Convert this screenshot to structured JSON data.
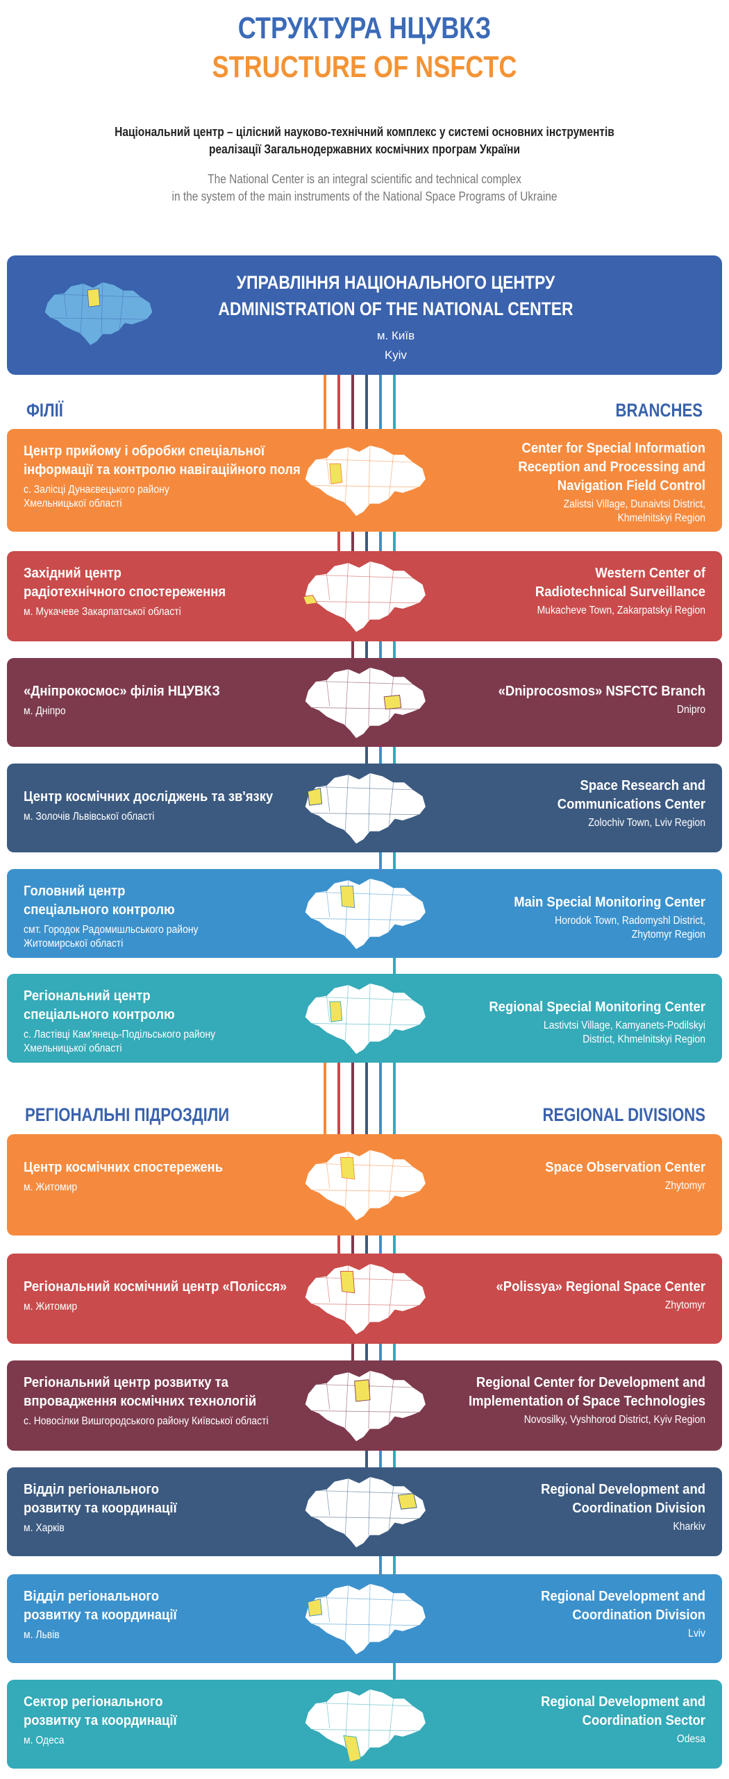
{
  "header": {
    "title_ua": "СТРУКТУРА НЦУВКЗ",
    "title_en": "STRUCTURE OF NSFCTC",
    "intro_ua": "Національний центр – цілісний науково-технічний комплекс у системі основних інструментів\nреалізації Загальнодержавних космічних програм України",
    "intro_en": "The National Center is an integral scientific and technical complex\nin the system of the main instruments of the National Space Programs of Ukraine"
  },
  "admin": {
    "title_ua": "УПРАВЛІННЯ НАЦІОНАЛЬНОГО ЦЕНТРУ",
    "title_en": "ADMINISTRATION OF THE NATIONAL CENTER",
    "city_ua": "м. Київ",
    "city_en": "Kyiv",
    "color": "#3a62ad",
    "highlight": "kyiv"
  },
  "branches": {
    "heading_ua": "ФІЛІЇ",
    "heading_en": "BRANCHES",
    "items": [
      {
        "title_ua": "Центр прийому і обробки спеціальної\nінформації та контролю навігаційного поля",
        "place_ua": "с. Залісці Дунаєвецького району\nХмельницької області",
        "title_en": "Center for Special Information\nReception and Processing and\nNavigation Field Control",
        "place_en": "Zalistsi Village, Dunaivtsi District,\nKhmelnitskyi Region",
        "color": "#f58a3e",
        "highlight": "khmelnytskyi"
      },
      {
        "title_ua": "Західний центр\nрадіотехнічного спостереження",
        "place_ua": "м. Мукачеве Закарпатської області",
        "title_en": "Western Center of\nRadiotechnical Surveillance",
        "place_en": "Mukacheve Town, Zakarpatskyi Region",
        "color": "#c94b4b",
        "highlight": "zakarpattia"
      },
      {
        "title_ua": "«Дніпрокосмос» філія НЦУВКЗ",
        "place_ua": "м. Дніпро",
        "title_en": "«Dniprocosmos» NSFCTC Branch",
        "place_en": "Dnipro",
        "color": "#7d3a4d",
        "highlight": "dnipro"
      },
      {
        "title_ua": "Центр космічних досліджень та зв'язку",
        "place_ua": "м. Золочів Львівської області",
        "title_en": "Space Research and\nCommunications Center",
        "place_en": "Zolochiv Town, Lviv Region",
        "color": "#3c5a80",
        "highlight": "lviv"
      },
      {
        "title_ua": "Головний центр\nспеціального контролю",
        "place_ua": "смт. Городок Радомишльського району\nЖитомирської області",
        "title_en": "Main Special Monitoring Center",
        "place_en": "Horodok Town, Radomyshl District,\nZhytomyr Region",
        "color": "#3b91cc",
        "highlight": "zhytomyr"
      },
      {
        "title_ua": "Регіональний центр\nспеціального контролю",
        "place_ua": "с. Ластівці  Кам'янець-Подільського району\nХмельницької області",
        "title_en": "Regional Special Monitoring Center",
        "place_en": "Lastivtsi Village, Kamyanets-Podilskyi\nDistrict, Khmelnitskyi Region",
        "color": "#35aab8",
        "highlight": "khmelnytskyi"
      }
    ]
  },
  "divisions": {
    "heading_ua": "РЕГІОНАЛЬНІ ПІДРОЗДІЛИ",
    "heading_en": "REGIONAL DIVISIONS",
    "items": [
      {
        "title_ua": "Центр космічних спостережень",
        "place_ua": "м. Житомир",
        "title_en": "Space Observation Center",
        "place_en": "Zhytomyr",
        "color": "#f58a3e",
        "highlight": "zhytomyr"
      },
      {
        "title_ua": "Регіональний космічний центр «Полісся»",
        "place_ua": "м. Житомир",
        "title_en": "«Polissya» Regional Space Center",
        "place_en": "Zhytomyr",
        "color": "#c94b4b",
        "highlight": "zhytomyr"
      },
      {
        "title_ua": "Регіональний центр розвитку та\nвпровадження космічних технологій",
        "place_ua": "с. Новосілки Вишгородського району Київської області",
        "title_en": "Regional Center for Development and\nImplementation of Space Technologies",
        "place_en": "Novosilky, Vyshhorod District, Kyiv Region",
        "color": "#7d3a4d",
        "highlight": "kyiv_region"
      },
      {
        "title_ua": "Відділ регіонального\nрозвитку та координації",
        "place_ua": "м. Харків",
        "title_en": "Regional Development and\nCoordination Division",
        "place_en": "Kharkiv",
        "color": "#3c5a80",
        "highlight": "kharkiv"
      },
      {
        "title_ua": "Відділ регіонального\nрозвитку та координації",
        "place_ua": "м. Львів",
        "title_en": "Regional Development and\nCoordination Division",
        "place_en": "Lviv",
        "color": "#3b91cc",
        "highlight": "lviv"
      },
      {
        "title_ua": "Сектор регіонального\nрозвитку та координації",
        "place_ua": "м. Одеса",
        "title_en": "Regional Development and\nCoordination Sector",
        "place_en": "Odesa",
        "color": "#35aab8",
        "highlight": "odesa"
      }
    ]
  },
  "highlight_color": "#f3e35a"
}
